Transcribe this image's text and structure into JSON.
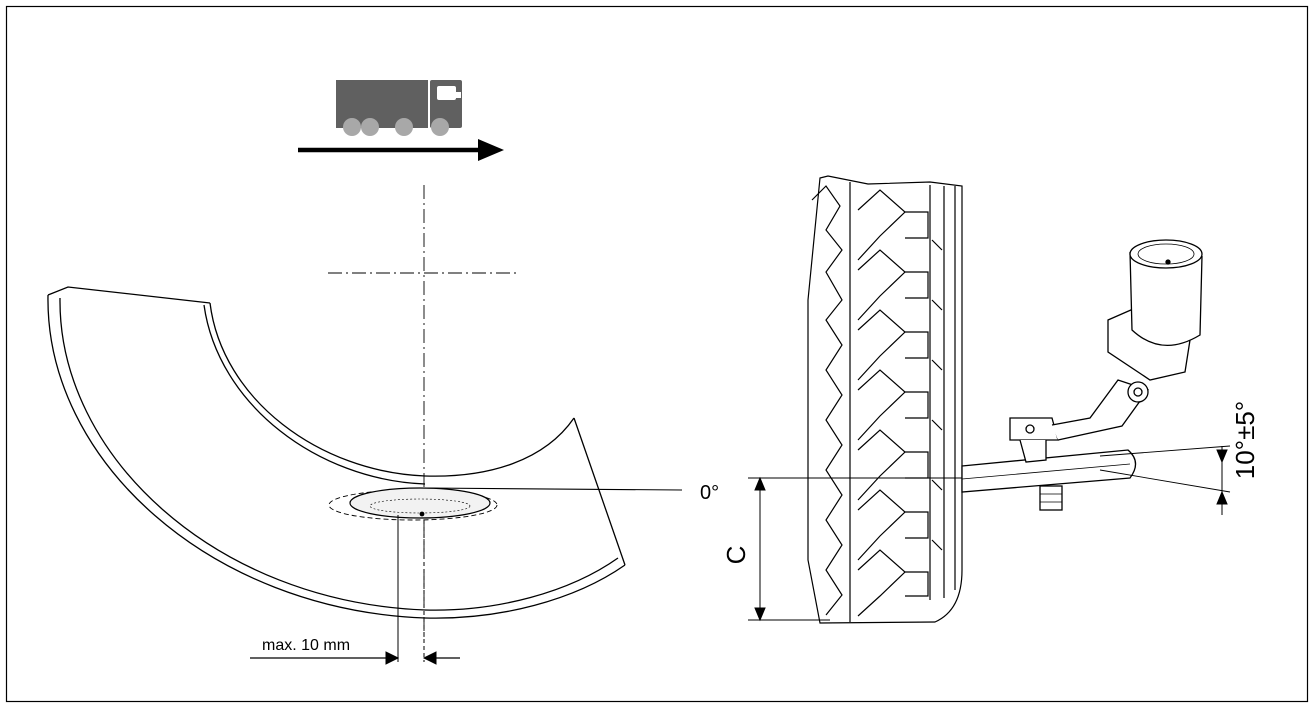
{
  "labels": {
    "max_offset": "max. 10 mm",
    "zero_angle": "0°",
    "dimension_c": "C",
    "tilt_angle": "10°±5°"
  },
  "colors": {
    "truck": "#606060",
    "wheels": "#a8a8a8",
    "line": "#000000",
    "tyre_fill": "#ffffff"
  },
  "icons": {
    "vehicle": "truck-icon",
    "direction": "arrow-right-icon",
    "sensor": "sensor-icon"
  }
}
